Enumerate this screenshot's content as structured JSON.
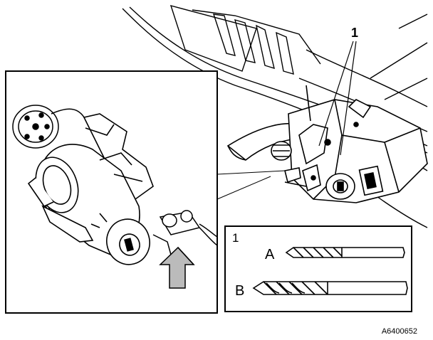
{
  "callouts": {
    "callout_1": "1"
  },
  "drill_legend": {
    "number": "1",
    "item_a": "A",
    "item_b": "B"
  },
  "figure_code": "A6400652"
}
